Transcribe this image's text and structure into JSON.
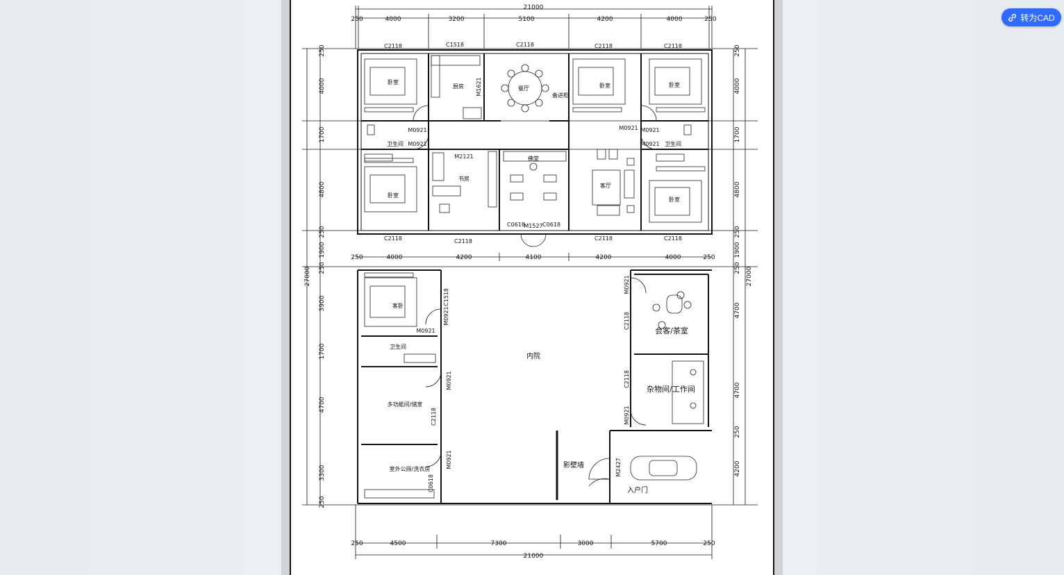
{
  "toolbar": {
    "convert_cad_label": "转为CAD",
    "convert_cad_icon": "link-icon"
  },
  "colors": {
    "accent": "#2f6bff",
    "line": "#111111",
    "page_bg": "#e9edf1"
  },
  "plan": {
    "dims_top_total": "21000",
    "dims_top": [
      "250",
      "4000",
      "3200",
      "5100",
      "4200",
      "4000",
      "250"
    ],
    "dims_mid": [
      "250",
      "4000",
      "4200",
      "4100",
      "4200",
      "4000",
      "250"
    ],
    "dims_bottom": [
      "250",
      "4500",
      "7300",
      "3000",
      "5700",
      "250"
    ],
    "dims_bottom_total": "21000",
    "dims_left": [
      "250",
      "4000",
      "1700",
      "4800",
      "250",
      "1900",
      "250",
      "3900",
      "1700",
      "4700",
      "3300",
      "250"
    ],
    "dims_left_total": "27000",
    "dims_right": [
      "250",
      "4000",
      "1700",
      "4800",
      "250",
      "1900",
      "250",
      "4700",
      "4700",
      "250",
      "4200"
    ],
    "dims_right_total": "27000",
    "windows_top": [
      "C2118",
      "C1518",
      "C2118",
      "C2118",
      "C2118"
    ],
    "windows_mid": [
      "C2118",
      "C2118",
      "C2118",
      "C2118"
    ],
    "labels": {
      "bedroom": "卧室",
      "kitchen": "厨房",
      "dining": "餐厅",
      "pantry": "备进柜",
      "bathroom": "卫生间",
      "study": "书房",
      "shrine": "佛堂",
      "living": "客厅",
      "master_bedroom": "客卧",
      "guest_bath": "卫生间",
      "multi_room": "多功能间/储室",
      "outdoor_laundry": "室外公厕/洗衣房",
      "courtyard": "内院",
      "screen_wall": "影壁墙",
      "entrance": "入户门",
      "tea_room": "会客/茶室",
      "storage": "杂物间/工作间"
    },
    "doors": {
      "m1621": "M1621",
      "m2121": "M2121",
      "m1527": "M1527",
      "c0618a": "C0618",
      "c0618b": "C0618",
      "m0921": "M0921",
      "c1518_v": "C1518",
      "c2118_v": "C2118",
      "m2427": "M2427",
      "c0618_v": "C0618"
    }
  }
}
